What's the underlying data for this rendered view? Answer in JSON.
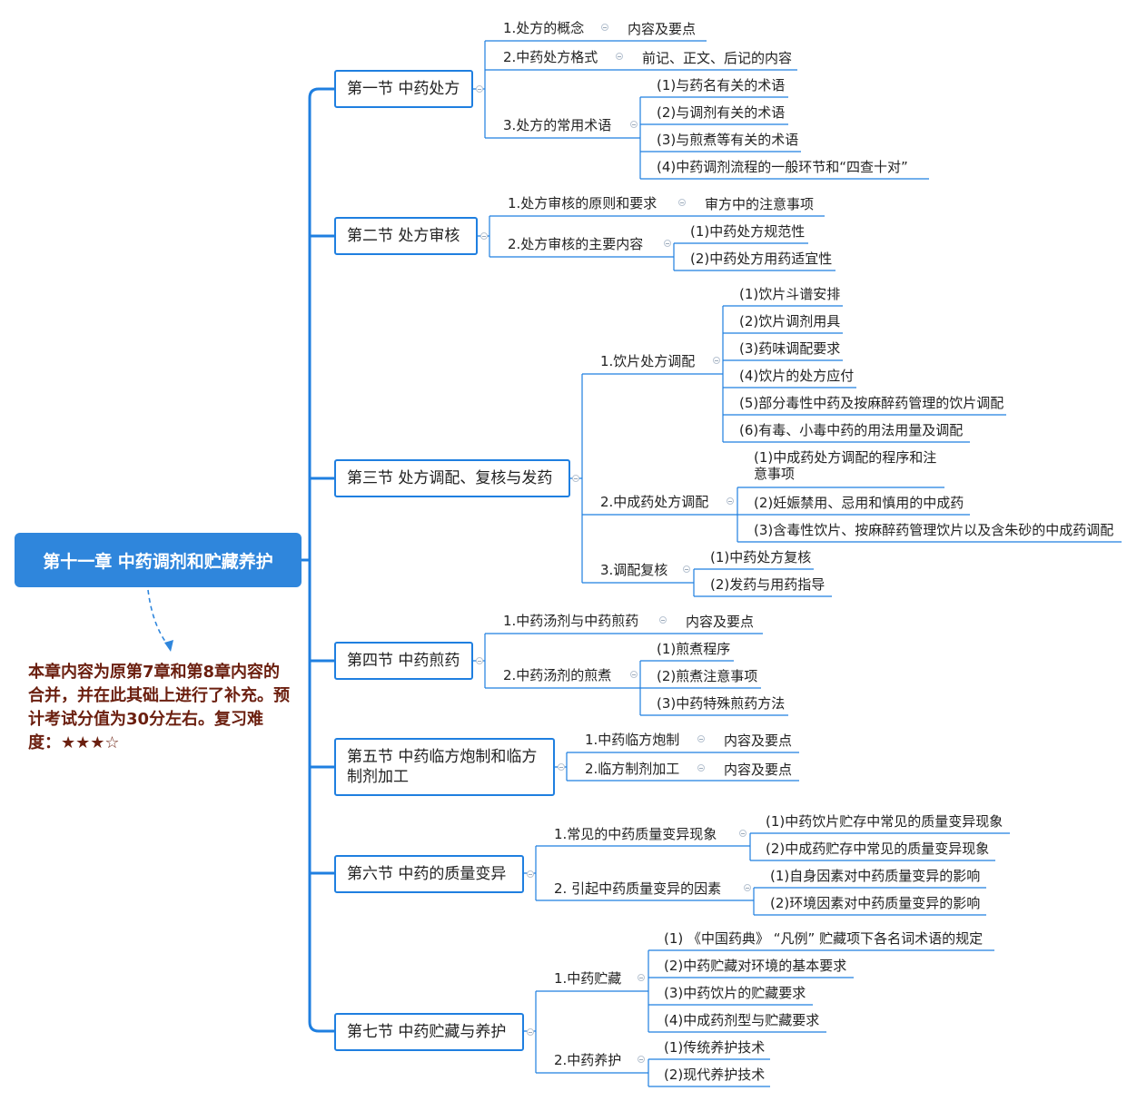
{
  "root": {
    "title": "第十一章 中药调剂和贮藏养护"
  },
  "note": {
    "text": "本章内容为原第7章和第8章内容的合并，并在此其础上进行了补充。预计考试分值为30分左右。复习难度：★★★☆"
  },
  "sections": {
    "s1": {
      "title": "第一节 中药处方",
      "t1": "1.处方的概念",
      "t1a": "内容及要点",
      "t2": "2.中药处方格式",
      "t2a": "前记、正文、后记的内容",
      "t3": "3.处方的常用术语",
      "t3a": "(1)与药名有关的术语",
      "t3b": "(2)与调剂有关的术语",
      "t3c": "(3)与煎煮等有关的术语",
      "t3d": "(4)中药调剂流程的一般环节和“四查十对”"
    },
    "s2": {
      "title": "第二节 处方审核",
      "t1": "1.处方审核的原则和要求",
      "t1a": "审方中的注意事项",
      "t2": "2.处方审核的主要内容",
      "t2a": "(1)中药处方规范性",
      "t2b": "(2)中药处方用药适宜性"
    },
    "s3": {
      "title": "第三节 处方调配、复核与发药",
      "t1": "1.饮片处方调配",
      "t1a": "(1)饮片斗谱安排",
      "t1b": "(2)饮片调剂用具",
      "t1c": "(3)药味调配要求",
      "t1d": "(4)饮片的处方应付",
      "t1e": "(5)部分毒性中药及按麻醉药管理的饮片调配",
      "t1f": "(6)有毒、小毒中药的用法用量及调配",
      "t2": "2.中成药处方调配",
      "t2a": "(1)中成药处方调配的程序和注意事项",
      "t2b": "(2)妊娠禁用、忌用和慎用的中成药",
      "t2c": "(3)含毒性饮片、按麻醉药管理饮片以及含朱砂的中成药调配",
      "t3": "3.调配复核",
      "t3a": "(1)中药处方复核",
      "t3b": "(2)发药与用药指导"
    },
    "s4": {
      "title": "第四节 中药煎药",
      "t1": "1.中药汤剂与中药煎药",
      "t1a": "内容及要点",
      "t2": "2.中药汤剂的煎煮",
      "t2a": "(1)煎煮程序",
      "t2b": "(2)煎煮注意事项",
      "t2c": "(3)中药特殊煎药方法"
    },
    "s5": {
      "title": "第五节 中药临方炮制和临方制剂加工",
      "t1": "1.中药临方炮制",
      "t1a": "内容及要点",
      "t2": "2.临方制剂加工",
      "t2a": "内容及要点"
    },
    "s6": {
      "title": "第六节 中药的质量变异",
      "t1": "1.常见的中药质量变异现象",
      "t1a": "(1)中药饮片贮存中常见的质量变异现象",
      "t1b": "(2)中成药贮存中常见的质量变异现象",
      "t2": "2. 引起中药质量变异的因素",
      "t2a": "(1)自身因素对中药质量变异的影响",
      "t2b": "(2)环境因素对中药质量变异的影响"
    },
    "s7": {
      "title": "第七节 中药贮藏与养护",
      "t1": "1.中药贮藏",
      "t1a": "(1) 《中国药典》 “凡例” 贮藏项下各名词术语的规定",
      "t1b": "(2)中药贮藏对环境的基本要求",
      "t1c": "(3)中药饮片的贮藏要求",
      "t1d": "(4)中成药剂型与贮藏要求",
      "t2": "2.中药养护",
      "t2a": "(1)传统养护技术",
      "t2b": "(2)现代养护技术"
    }
  },
  "colors": {
    "section_border": "#1f7fe0",
    "root_bg": "#2f86dc",
    "note_text": "#6b1f0f",
    "line": "#1f7fe0"
  }
}
